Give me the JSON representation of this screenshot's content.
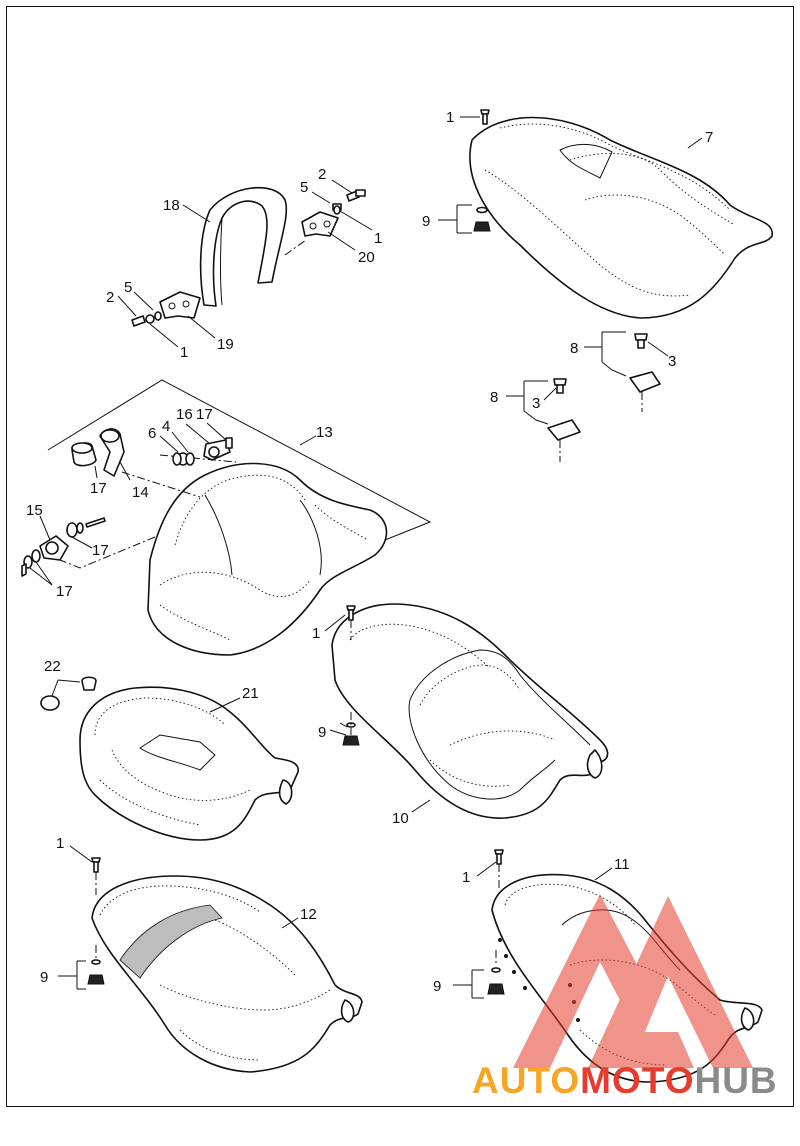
{
  "diagram": {
    "callouts": {
      "c1a": "1",
      "c7": "7",
      "c9a": "9",
      "c2a": "2",
      "c5a": "5",
      "c18": "18",
      "c1b": "1",
      "c20": "20",
      "c2b": "2",
      "c5b": "5",
      "c1c": "1",
      "c19": "19",
      "c8a": "8",
      "c3a": "3",
      "c8b": "8",
      "c3b": "3",
      "c13": "13",
      "c16": "16",
      "c17a": "17",
      "c6": "6",
      "c4": "4",
      "c17b": "17",
      "c14": "14",
      "c15": "15",
      "c17c": "17",
      "c17d": "17",
      "c1d": "1",
      "c22": "22",
      "c21": "21",
      "c9b": "9",
      "c10": "10",
      "c1e": "1",
      "c12": "12",
      "c9c": "9",
      "c1f": "1",
      "c11": "11",
      "c9d": "9"
    }
  },
  "watermark": {
    "brand_word_1": "AUTO",
    "brand_word_2": "MOTO",
    "brand_word_3": "HUB",
    "colors": {
      "orange": "#f6a623",
      "red": "#e53c2e",
      "gray": "#8a8a8a"
    }
  }
}
